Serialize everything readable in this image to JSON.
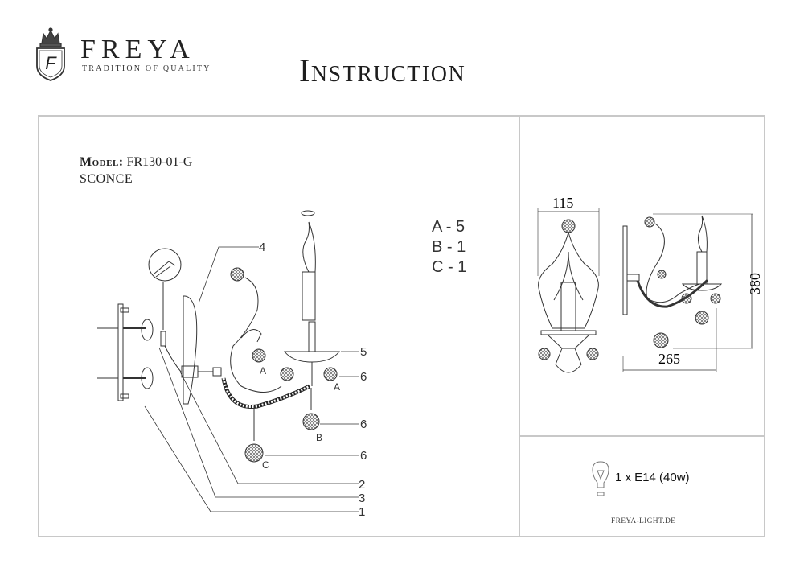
{
  "header": {
    "brand_name": "FREYA",
    "brand_tagline": "TRADITION OF QUALITY",
    "logo_letter": "F",
    "title": "Instruction"
  },
  "product": {
    "model_label": "Model:",
    "model_code": "FR130-01-G",
    "type": "SCONCE"
  },
  "parts_list": [
    {
      "label": "A - 5"
    },
    {
      "label": "B - 1"
    },
    {
      "label": "C - 1"
    }
  ],
  "diagram": {
    "callouts": [
      "4",
      "5",
      "6",
      "6",
      "6",
      "2",
      "3",
      "1"
    ],
    "crystal_labels": [
      "A",
      "A",
      "B",
      "C"
    ],
    "icons": [
      "wiring-detail-icon",
      "candle-bulb-icon",
      "crystal-pendant-icon"
    ]
  },
  "dimensions": {
    "width": "115",
    "depth": "265",
    "height": "380"
  },
  "bulb": {
    "icon": "light-bulb-icon",
    "spec": "1 x E14 (40w)"
  },
  "footer": {
    "website": "FREYA-LIGHT.DE"
  },
  "colors": {
    "frame_border": "#c8c8c8",
    "text": "#1a1a1a"
  }
}
